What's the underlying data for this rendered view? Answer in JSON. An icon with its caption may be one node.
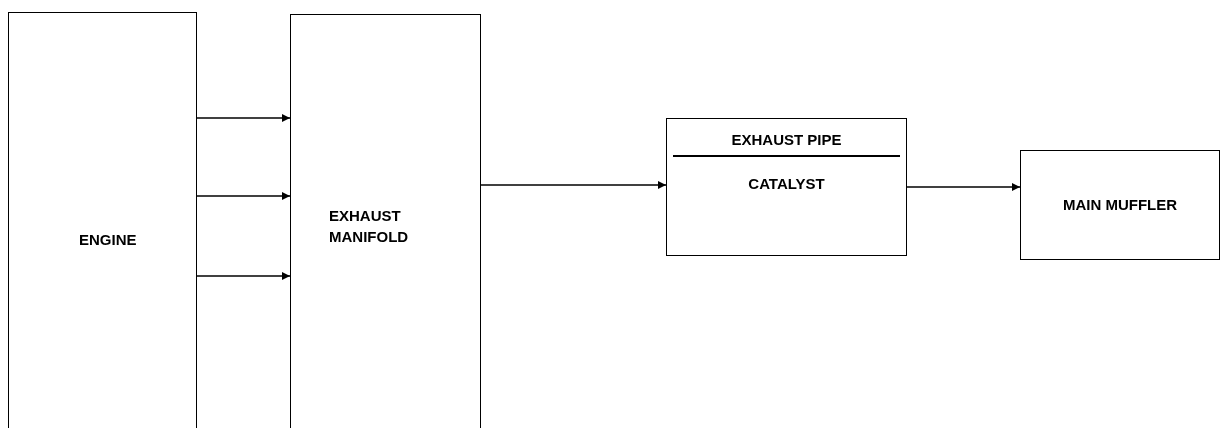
{
  "diagram": {
    "nodes": [
      {
        "text": [
          "ENGINE"
        ]
      },
      {
        "text": [
          "EXHAUST MANIFOLD"
        ]
      },
      {
        "text": [
          "EXHAUST PIPE",
          "CATALYST"
        ]
      },
      {
        "text": [
          "MAIN MUFFLER"
        ]
      }
    ],
    "edges": [
      {
        "from": 0,
        "to": 1,
        "arrow": "to"
      },
      {
        "from": 0,
        "to": 1,
        "arrow": "to"
      },
      {
        "from": 0,
        "to": 1,
        "arrow": "to"
      },
      {
        "from": 1,
        "to": 2,
        "arrow": "to"
      },
      {
        "from": 2,
        "to": 3,
        "arrow": "to"
      }
    ]
  }
}
